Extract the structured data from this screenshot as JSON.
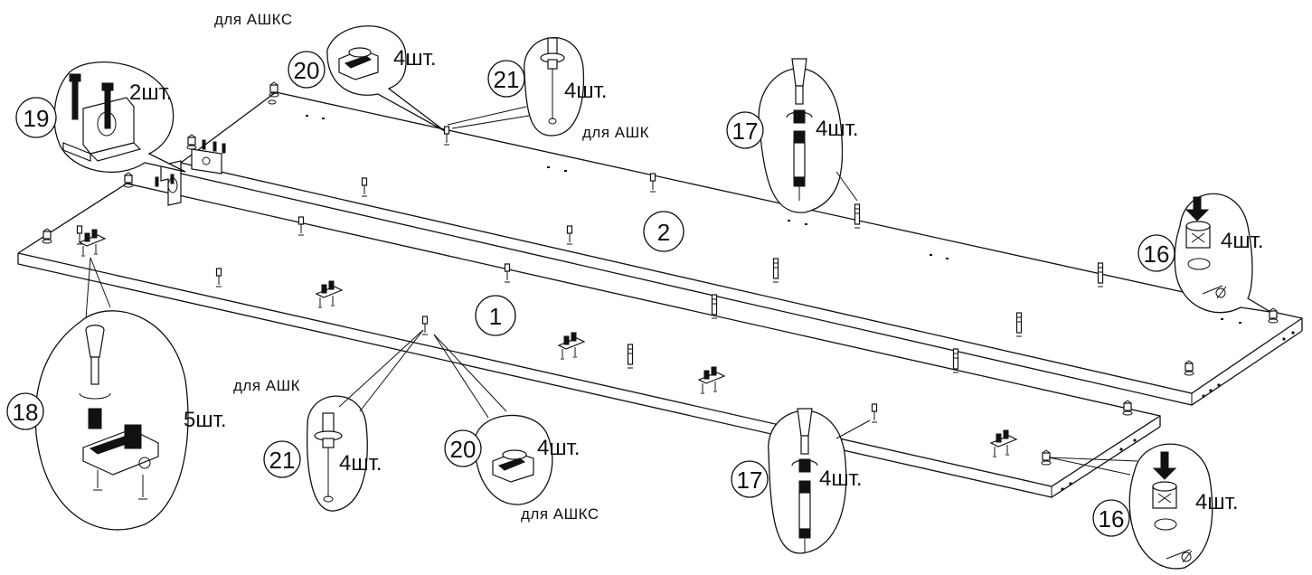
{
  "panels": [
    {
      "number": "1"
    },
    {
      "number": "2"
    }
  ],
  "callouts": {
    "c19": {
      "number": "19",
      "qty": "2шт."
    },
    "c20_top": {
      "number": "20",
      "qty": "4шт.",
      "note": "для АШКС"
    },
    "c21_top": {
      "number": "21",
      "qty": "4шт.",
      "note": "для АШК"
    },
    "c17_top": {
      "number": "17",
      "qty": "4шт."
    },
    "c16_top": {
      "number": "16",
      "qty": "4шт."
    },
    "c18": {
      "number": "18",
      "qty": "5шт."
    },
    "c21_bottom": {
      "number": "21",
      "qty": "4шт.",
      "note": "для АШК"
    },
    "c20_bottom": {
      "number": "20",
      "qty": "4шт.",
      "note": "для АШКС"
    },
    "c17_bottom": {
      "number": "17",
      "qty": "4шт."
    },
    "c16_bottom": {
      "number": "16",
      "qty": "4шт."
    }
  },
  "colors": {
    "line": "#111111",
    "background": "#ffffff"
  }
}
